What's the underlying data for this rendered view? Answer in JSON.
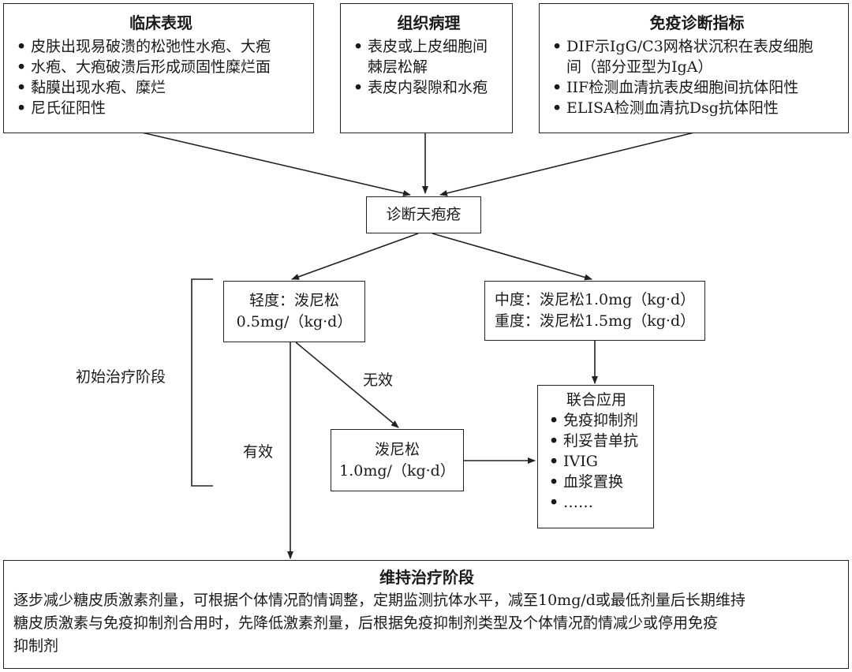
{
  "clinical": {
    "title": "临床表现",
    "items": [
      "皮肤出现易破溃的松弛性水疱、大疱",
      "水疱、大疱破溃后形成顽固性糜烂面",
      "黏膜出现水疱、糜烂",
      "尼氏征阳性"
    ]
  },
  "histo": {
    "title": "组织病理",
    "items": [
      "表皮或上皮细胞间",
      "棘层松解",
      "表皮内裂隙和水疱"
    ]
  },
  "immuno": {
    "title": "免疫诊断指标",
    "items": [
      "DIF示IgG/C3网格状沉积在表皮细胞",
      "间（部分亚型为IgA）",
      "IIF检测血清抗表皮细胞间抗体阳性",
      "ELISA检测血清抗Dsg抗体阳性"
    ]
  },
  "diagnosis": {
    "text": "诊断天疱疮"
  },
  "mild": {
    "line1": "轻度：泼尼松",
    "line2": "0.5mg/（kg·d）"
  },
  "moderate": {
    "line1": "中度：泼尼松1.0mg（kg·d）",
    "line2": "重度：泼尼松1.5mg（kg·d）"
  },
  "pred": {
    "line1": "泼尼松",
    "line2": "1.0mg/（kg·d）"
  },
  "combo": {
    "title": "联合应用",
    "items": [
      "免疫抑制剂",
      "利妥昔单抗",
      "IVIG",
      "血浆置换",
      "……"
    ]
  },
  "labels": {
    "initial": "初始治疗阶段",
    "ineffective": "无效",
    "effective": "有效"
  },
  "maintenance": {
    "title": "维持治疗阶段",
    "line1": "逐步减少糖皮质激素剂量，可根据个体情况酌情调整，定期监测抗体水平，减至10mg/d或最低剂量后长期维持",
    "line2": "糖皮质激素与免疫抑制剂合用时，先降低激素剂量，后根据免疫抑制剂类型及个体情况酌情减少或停用免疫",
    "line3": "抑制剂"
  }
}
